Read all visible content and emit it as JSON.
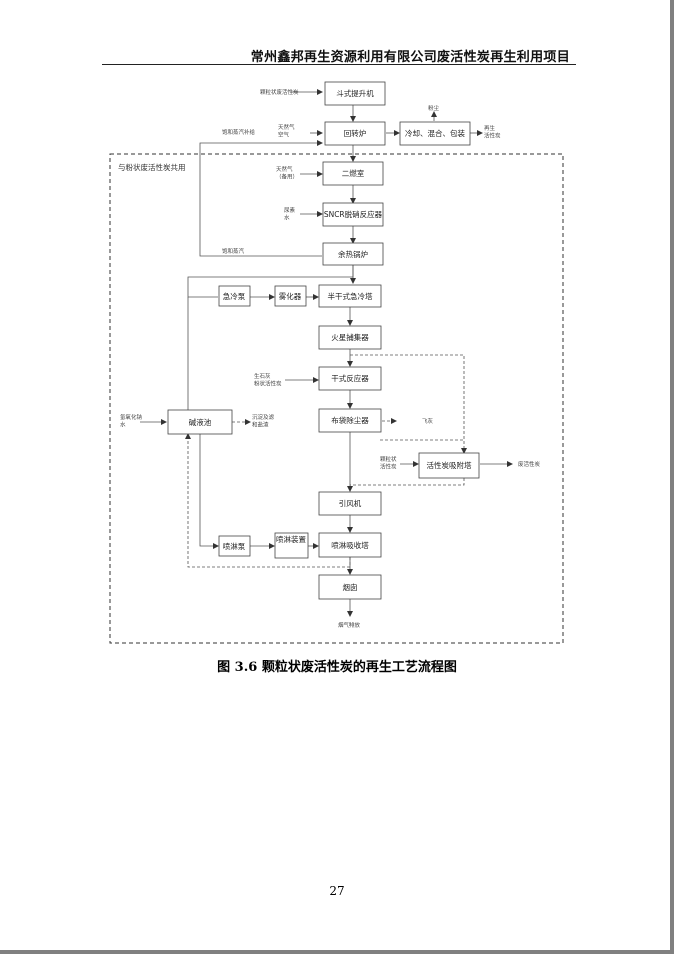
{
  "header": {
    "title": "常州鑫邦再生资源利用有限公司废活性炭再生利用项目"
  },
  "region": {
    "label": "与粉状废活性炭共用"
  },
  "boxes": {
    "bucket_elevator": "斗式提升机",
    "rotary_kiln": "回转炉",
    "cool_mix_pack": "冷却、混合、包装",
    "secondary_chamber": "二燃室",
    "sncr": "SNCR脱硝反应器",
    "waste_heat_boiler": "余热锅炉",
    "quench_pump": "急冷泵",
    "atomizer": "雾化器",
    "semi_dry_quench_tower": "半干式急冷塔",
    "spark_catcher": "火星捕集器",
    "dry_reactor": "干式反应器",
    "bag_filter": "布袋除尘器",
    "alkali_tank": "碱液池",
    "carbon_adsorption_tower": "活性炭吸附塔",
    "induced_fan": "引风机",
    "spray_pump": "喷淋泵",
    "spray_device": "喷淋装置",
    "spray_absorber": "喷淋吸收塔",
    "chimney": "烟囱"
  },
  "annotations": {
    "granular_waste_carbon": "颗粒状废活性炭",
    "saturated_steam_kiln": "饱和蒸汽补给",
    "natural_gas_air": "天然气\n空气",
    "dust": "粉尘",
    "recycled_carbon": "再生\n活性炭",
    "natural_gas_backup": "天然气\n（备用）",
    "urea": "尿素\n水",
    "saturated_steam_boiler": "饱和蒸汽",
    "lime_carbon": "生石灰\n粉状活性炭",
    "fly_ash": "飞灰",
    "granular_carbon": "颗粒状\n活性炭",
    "spent_carbon": "废活性炭",
    "sodium_hydroxide": "氢氧化钠\n水",
    "salt_residue": "沉淀及滤\n和盐渣",
    "flue_gas_emission": "烟气排放"
  },
  "caption": "图 3.6 颗粒状废活性炭的再生工艺流程图",
  "page_number": "27"
}
